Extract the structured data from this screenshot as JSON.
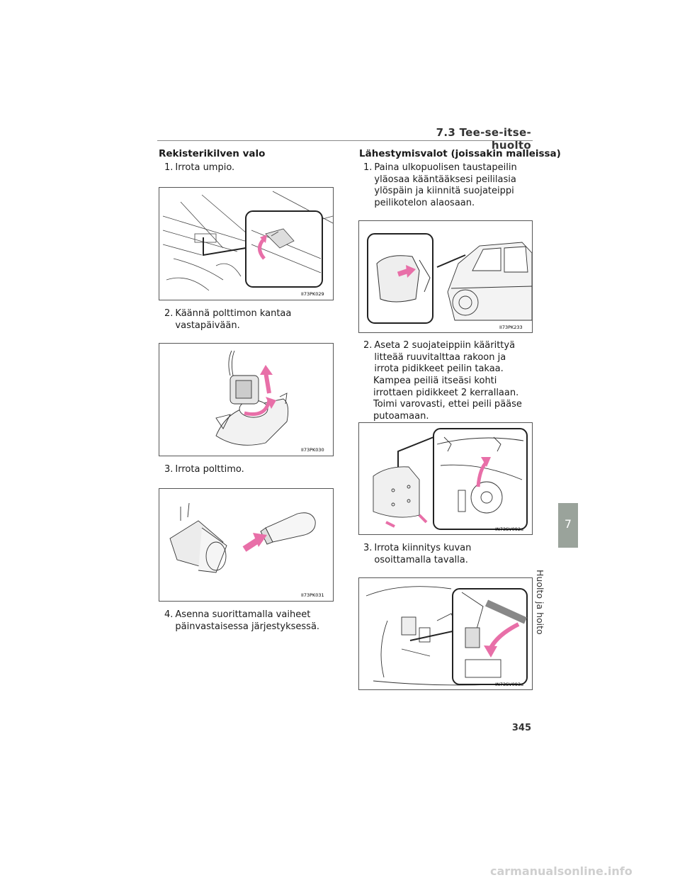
{
  "header": {
    "section_title": "7.3 Tee-se-itse-huolto"
  },
  "left": {
    "heading": "Rekisterikilven valo",
    "steps": [
      {
        "num": "1.",
        "text": "Irrota umpio."
      },
      {
        "num": "2.",
        "text": "Käännä polttimon kantaa vastapäivään."
      },
      {
        "num": "3.",
        "text": "Irrota polttimo."
      },
      {
        "num": "4.",
        "text": "Asenna suorittamalla vaiheet päinvastaisessa järjestyksessä."
      }
    ],
    "figures": [
      {
        "code": "II73PK029"
      },
      {
        "code": "II73PK030"
      },
      {
        "code": "II73PK031"
      }
    ]
  },
  "right": {
    "heading": "Lähestymisvalot (joissakin malleissa)",
    "steps": [
      {
        "num": "1.",
        "text": "Paina ulkopuolisen taustapeilin yläosaa kääntääksesi peililasia ylöspäin ja kiinnitä suojateippi peilikotelon alaosaan."
      },
      {
        "num": "2.",
        "text": "Aseta 2 suojateippiin käärittyä litteää ruuvitalttaa rakoon ja irrota pidikkeet peilin takaa."
      },
      {
        "num": "",
        "text": "Kampea peiliä itseäsi kohti irrottaen pidikkeet 2 kerrallaan. Toimi varovasti, ettei peili pääse putoamaan."
      },
      {
        "num": "3.",
        "text": "Irrota kiinnitys kuvan osoittamalla tavalla."
      }
    ],
    "figures": [
      {
        "code": "II73PK233"
      },
      {
        "code": "IN73SV092a"
      },
      {
        "code": "IN73SV093a"
      }
    ]
  },
  "side_tab": {
    "number": "7",
    "label": "Huolto ja hoito"
  },
  "page_number": "345",
  "footer_watermark": "carmanualsonline.info",
  "colors": {
    "arrow": "#e86fa8",
    "tab": "#9aa39b"
  }
}
